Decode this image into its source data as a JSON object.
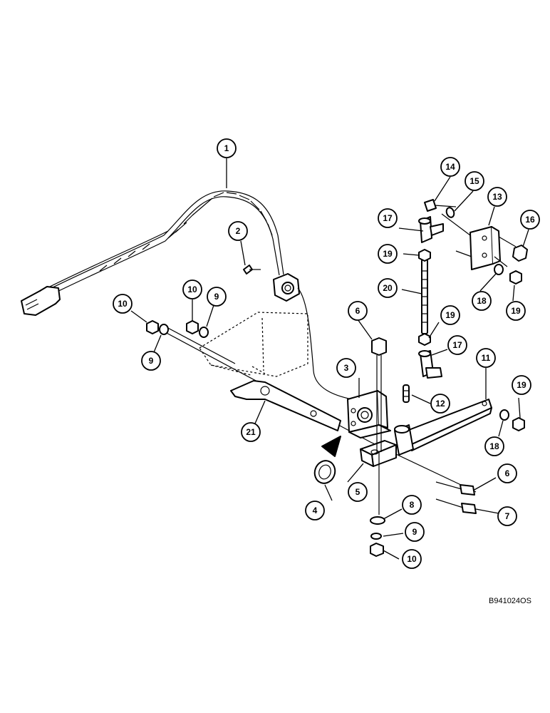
{
  "figure_code": "B941024OS",
  "callouts": [
    "1",
    "2",
    "3",
    "4",
    "5",
    "6",
    "6",
    "7",
    "8",
    "9",
    "9",
    "9",
    "10",
    "10",
    "10",
    "11",
    "12",
    "13",
    "14",
    "15",
    "16",
    "17",
    "17",
    "18",
    "18",
    "19",
    "19",
    "19",
    "19",
    "20",
    "21"
  ]
}
